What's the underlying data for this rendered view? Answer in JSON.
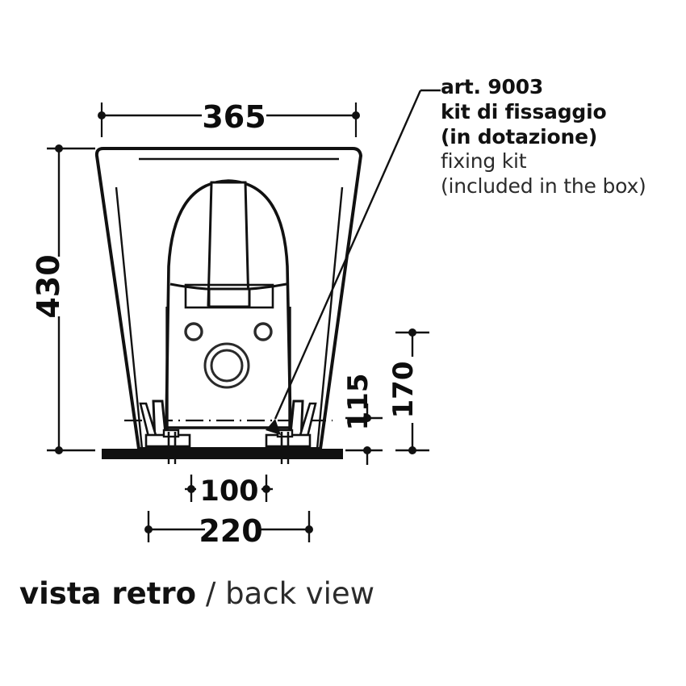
{
  "drawing": {
    "title_caption": {
      "italian": "vista retro",
      "separator": " / ",
      "english": "back view"
    },
    "annotation": {
      "line1": "art. 9003",
      "line2": "kit di fissaggio",
      "line3": "(in dotazione)",
      "line4": "fixing kit",
      "line5": "(included in the box)"
    },
    "dimensions": {
      "width_top": "365",
      "height_left": "430",
      "height_right_inner": "115",
      "height_right_outer": "170",
      "width_inner_bottom": "100",
      "width_outer_bottom": "220"
    },
    "colors": {
      "line": "#111111",
      "floor": "#101010",
      "background": "#ffffff"
    }
  }
}
